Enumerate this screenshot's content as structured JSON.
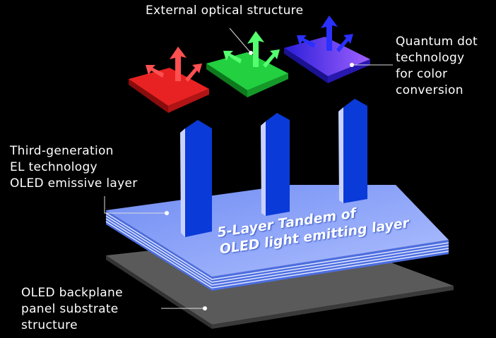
{
  "labels": {
    "external_optical": "External optical structure",
    "quantum_dot": [
      "Quantum dot",
      "technology",
      "for color",
      "conversion"
    ],
    "third_gen": [
      "Third-generation",
      "EL technology",
      "OLED emissive layer"
    ],
    "backplane": [
      "OLED backplane",
      "panel substrate",
      "structure"
    ],
    "stack_title": [
      "5-Layer Tandem of",
      "OLED light emitting layer"
    ]
  },
  "colors": {
    "red": "#e02020",
    "green": "#22c83a",
    "blue": "#3a2ee0",
    "stack": "#8aa2f8",
    "pillar": "#0a3ad8",
    "substrate": "#555555"
  }
}
